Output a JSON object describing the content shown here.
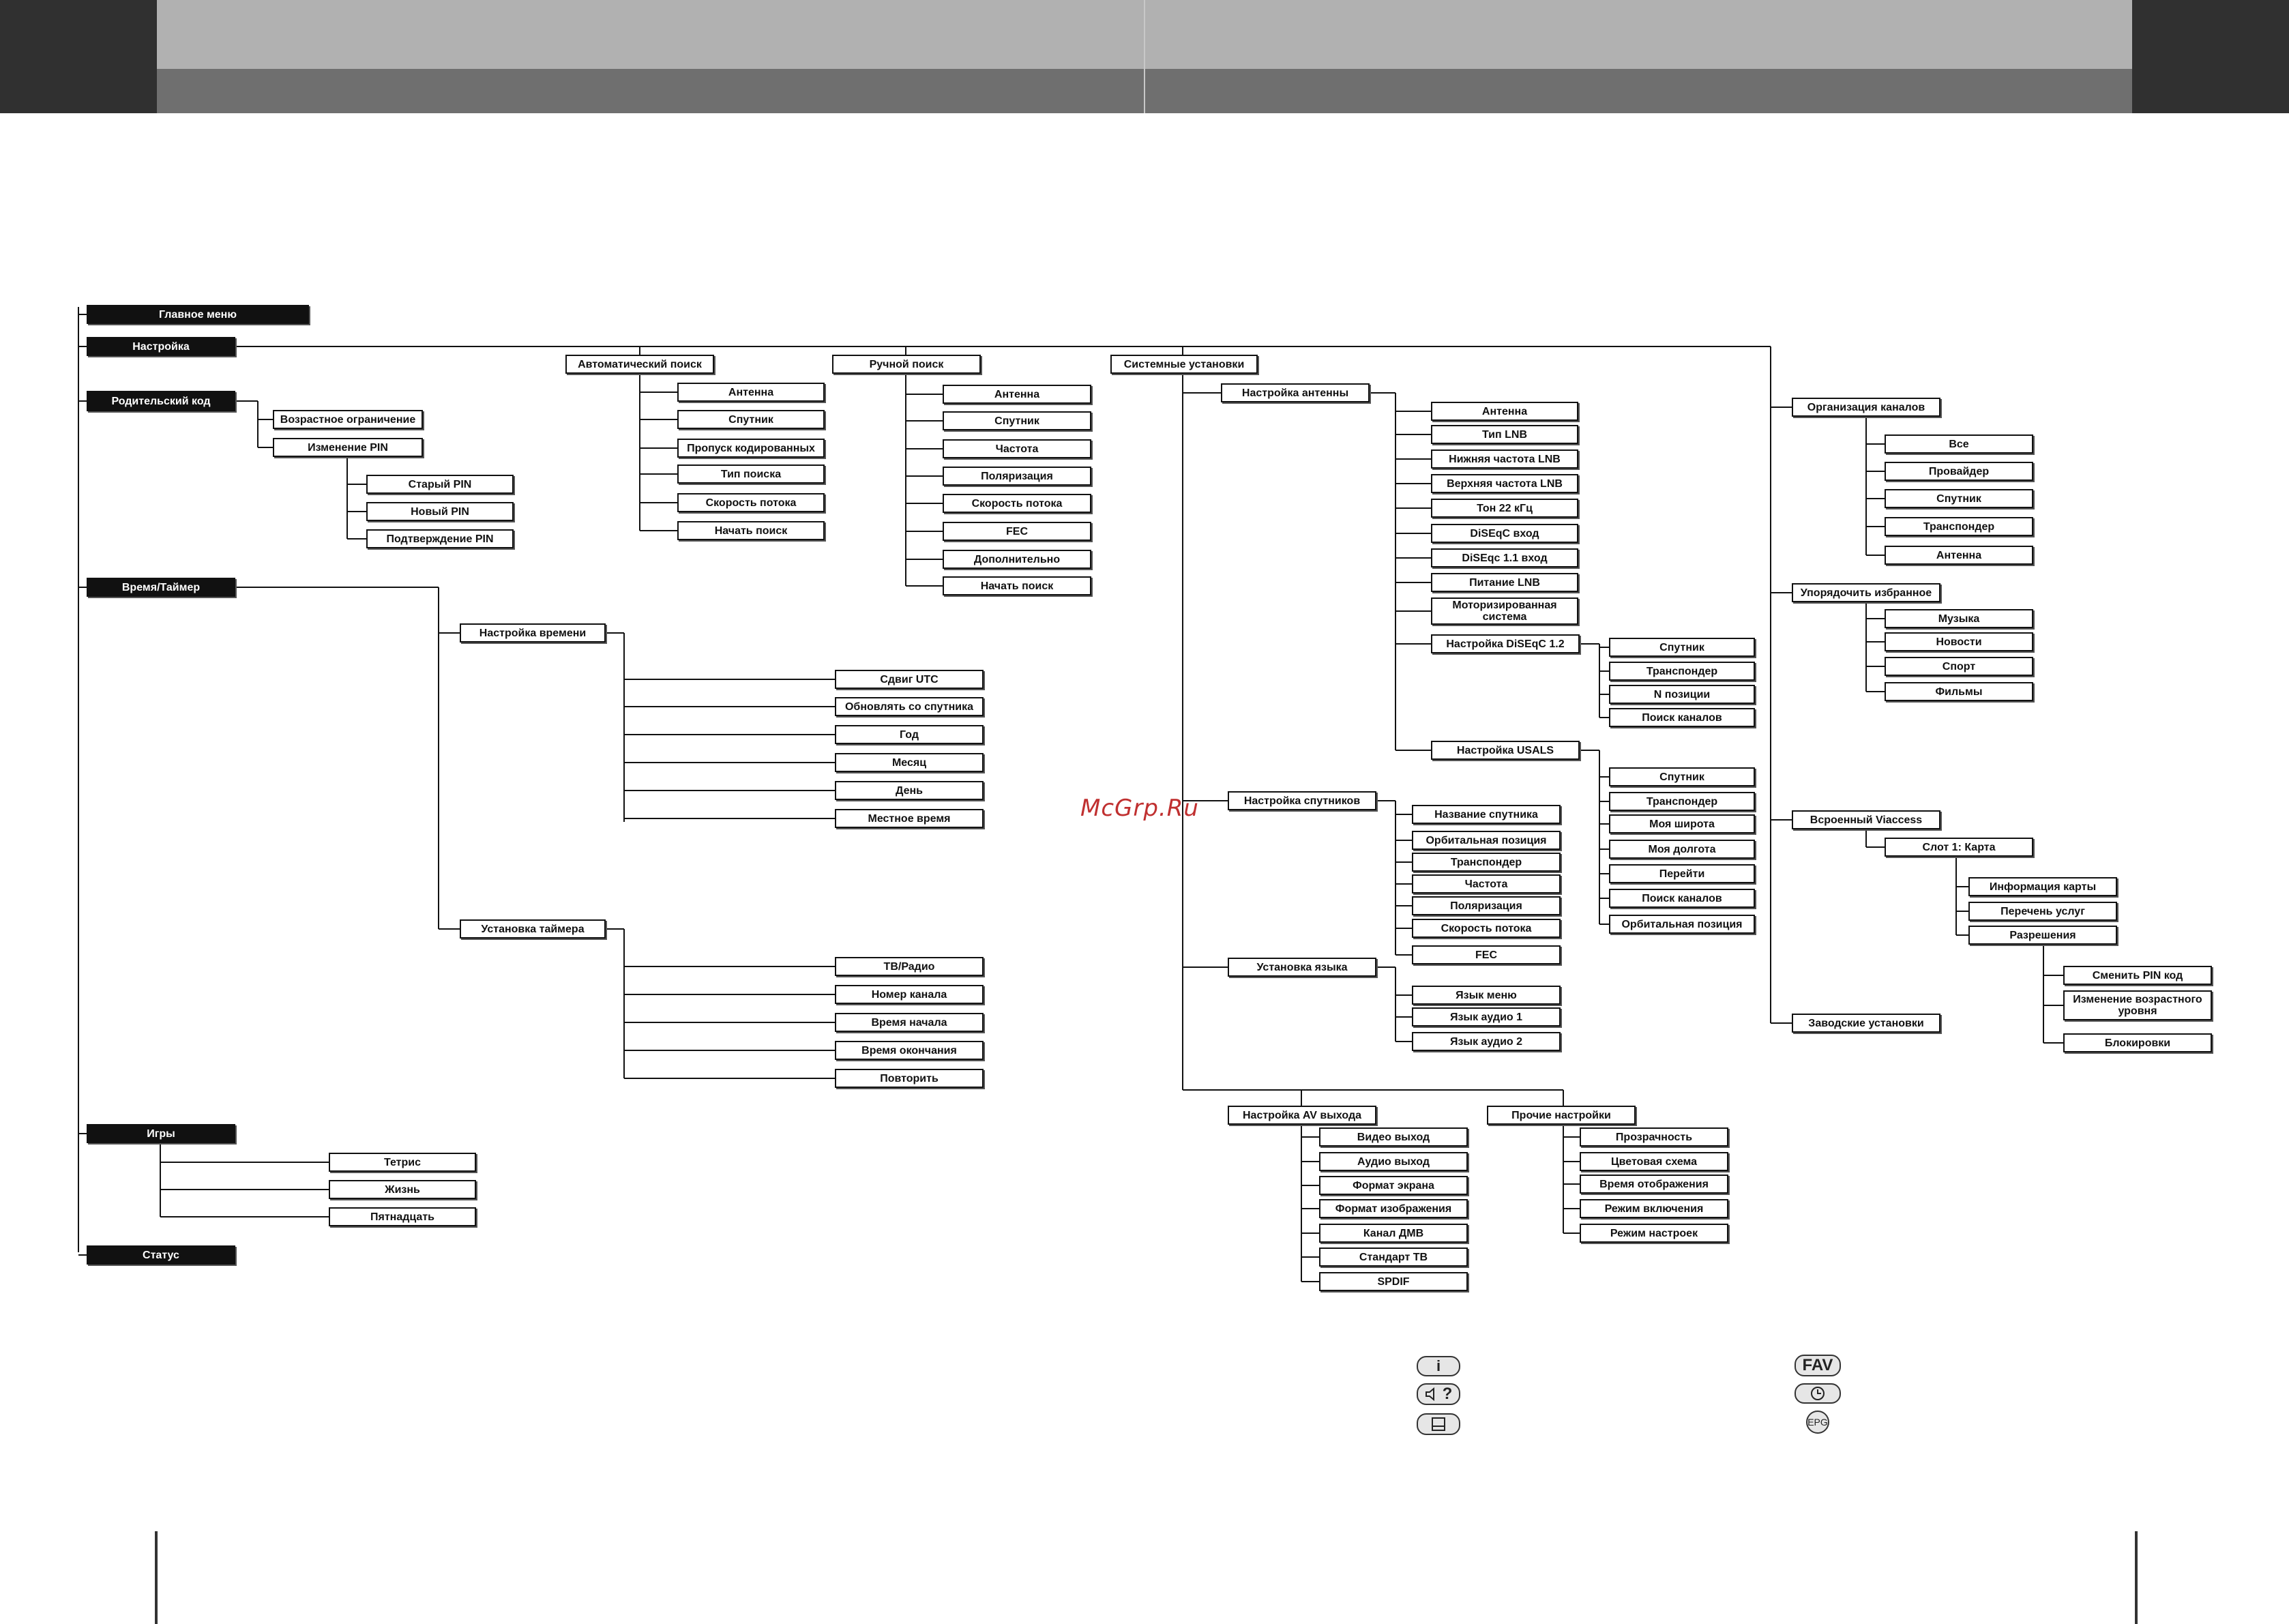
{
  "watermark": "McGrp.Ru",
  "nodes": {
    "main_menu": "Главное меню",
    "setup": "Настройка",
    "parental": "Родительский код",
    "age_limit": "Возрастное ограничение",
    "change_pin": "Изменение PIN",
    "old_pin": "Старый PIN",
    "new_pin": "Новый PIN",
    "confirm_pin": "Подтверждение PIN",
    "time_timer": "Время/Таймер",
    "time_setup": "Настройка времени",
    "utc_shift": "Сдвиг UTC",
    "update_sat": "Обновлять со спутника",
    "year": "Год",
    "month": "Месяц",
    "day": "День",
    "local_time": "Местное время",
    "timer_set": "Установка таймера",
    "tv_radio": "ТВ/Радио",
    "channel_no": "Номер канала",
    "start_time": "Время начала",
    "end_time": "Время окончания",
    "repeat": "Повторить",
    "games": "Игры",
    "tetris": "Тетрис",
    "life": "Жизнь",
    "fifteen": "Пятнадцать",
    "status": "Статус",
    "auto_search": "Автоматический поиск",
    "as_antenna": "Антенна",
    "as_satellite": "Спутник",
    "as_skip": "Пропуск кодированных",
    "as_type": "Тип поиска",
    "as_rate": "Скорость потока",
    "as_start": "Начать поиск",
    "manual_search": "Ручной поиск",
    "ms_antenna": "Антенна",
    "ms_satellite": "Спутник",
    "ms_freq": "Частота",
    "ms_pol": "Поляризация",
    "ms_rate": "Скорость потока",
    "ms_fec": "FEC",
    "ms_extra": "Дополнительно",
    "ms_start": "Начать поиск",
    "sys_settings": "Системные установки",
    "antenna_setup": "Настройка антенны",
    "an_antenna": "Антенна",
    "an_lnb_type": "Тип LNB",
    "an_lnb_low": "Нижняя частота LNB",
    "an_lnb_high": "Верхняя частота LNB",
    "an_tone": "Тон 22 кГц",
    "an_diseqc_in": "DiSEqC вход",
    "an_diseqc11": "DiSEqc 1.1 вход",
    "an_lnb_power": "Питание LNB",
    "an_motor": "Моторизированная система",
    "an_diseqc12": "Настройка DiSEqC 1.2",
    "d12_sat": "Спутник",
    "d12_tp": "Транспондер",
    "d12_npos": "N позиции",
    "d12_search": "Поиск каналов",
    "an_usals": "Настройка USALS",
    "us_sat": "Спутник",
    "us_tp": "Транспондер",
    "us_lat": "Моя широта",
    "us_lon": "Моя долгота",
    "us_go": "Перейти",
    "us_search": "Поиск каналов",
    "us_orbit": "Орбитальная позиция",
    "sat_setup": "Настройка спутников",
    "sa_name": "Название спутника",
    "sa_orbit": "Орбитальная позиция",
    "sa_tp": "Транспондер",
    "sa_freq": "Частота",
    "sa_pol": "Поляризация",
    "sa_rate": "Скорость потока",
    "sa_fec": "FEC",
    "lang_set": "Установка языка",
    "la_menu": "Язык меню",
    "la_audio1": "Язык аудио 1",
    "la_audio2": "Язык аудио 2",
    "av_setup": "Настройка AV выхода",
    "av_video": "Видео выход",
    "av_audio": "Аудио выход",
    "av_screen": "Формат экрана",
    "av_image": "Формат изображения",
    "av_dmv": "Канал ДМВ",
    "av_tvstd": "Стандарт ТВ",
    "av_spdif": "SPDIF",
    "other_setup": "Прочие настройки",
    "ot_transp": "Прозрачность",
    "ot_color": "Цветовая схема",
    "ot_display": "Время отображения",
    "ot_power": "Режим включения",
    "ot_mode": "Режим настроек",
    "org_channels": "Организация каналов",
    "oc_all": "Все",
    "oc_provider": "Провайдер",
    "oc_sat": "Спутник",
    "oc_tp": "Транспондер",
    "oc_antenna": "Антенна",
    "fav_sort": "Упорядочить избранное",
    "fv_music": "Музыка",
    "fv_news": "Новости",
    "fv_sport": "Спорт",
    "fv_movies": "Фильмы",
    "viaccess": "Всроенный Viaccess",
    "slot1": "Слот 1: Карта",
    "vi_info": "Информация карты",
    "vi_services": "Перечень услуг",
    "vi_perms": "Разрешения",
    "vp_change_pin": "Сменить PIN код",
    "vp_age": "Изменение возрастного уровня",
    "vp_locks": "Блокировки",
    "factory": "Заводские установки"
  },
  "keys": {
    "info": "i",
    "fav": "FAV",
    "epg": "EPG",
    "audio_help": "?"
  },
  "icons": [
    "info-icon",
    "speaker-help-icon",
    "subtitle-icon",
    "fav-key",
    "clock-icon",
    "epg-key"
  ],
  "colors": {
    "header_dark": "#303030",
    "header_light": "#b1b1b1",
    "header_mid": "#6f6f6f",
    "node_dark": "#111111",
    "watermark": "#c03030",
    "key_fill": "#e6e6e6"
  }
}
